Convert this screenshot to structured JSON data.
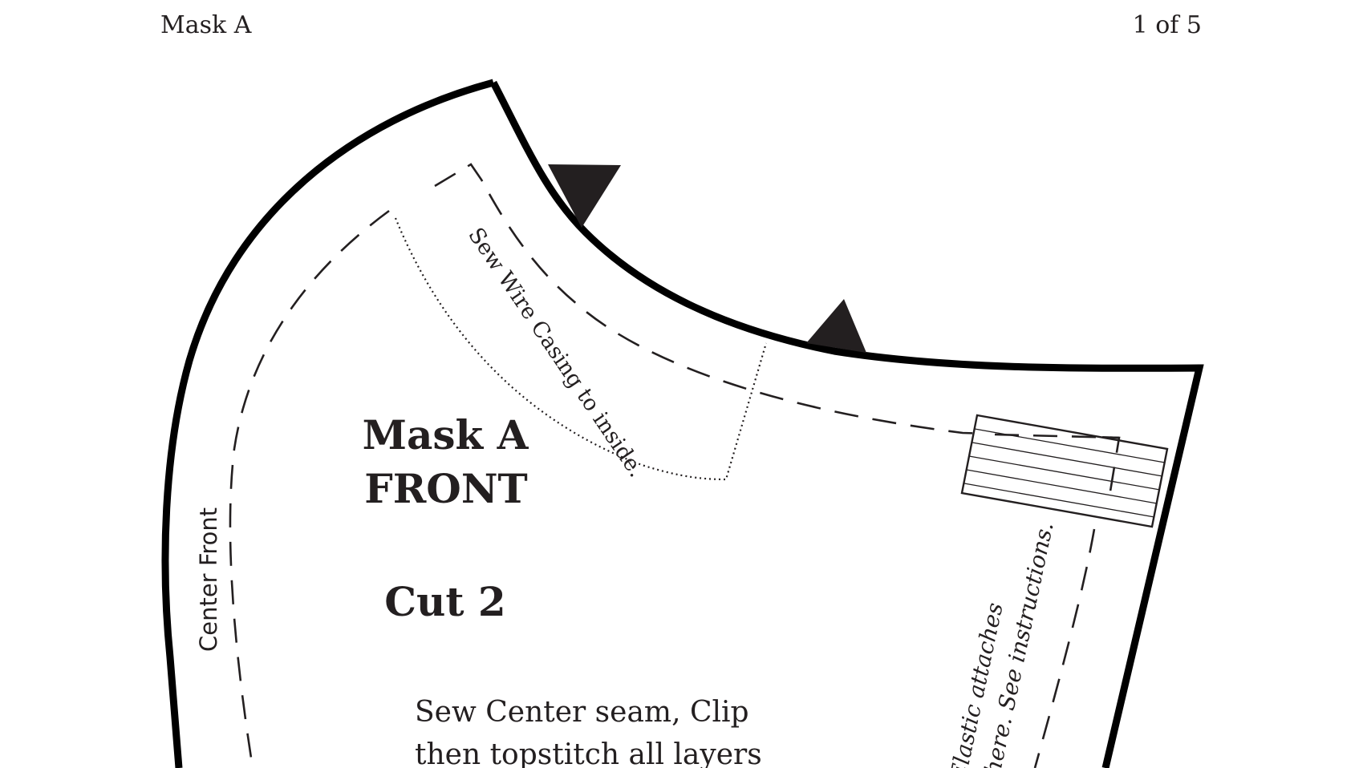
{
  "header": {
    "left_title": "Mask A",
    "page_indicator": "1 of 5"
  },
  "pattern": {
    "title_line1": "Mask A",
    "title_line2": "FRONT",
    "cut_label": "Cut 2",
    "wire_casing_note": "Sew Wire Casing to inside.",
    "center_front_label": "Center Front",
    "seam_note_line1": "Sew Center seam, Clip",
    "seam_note_line2": "then topstitch all layers",
    "elastic_note_line1": "Elastic attaches",
    "elastic_note_line2": "here. See instructions."
  },
  "colors": {
    "ink": "#231f20",
    "paper": "#ffffff"
  }
}
